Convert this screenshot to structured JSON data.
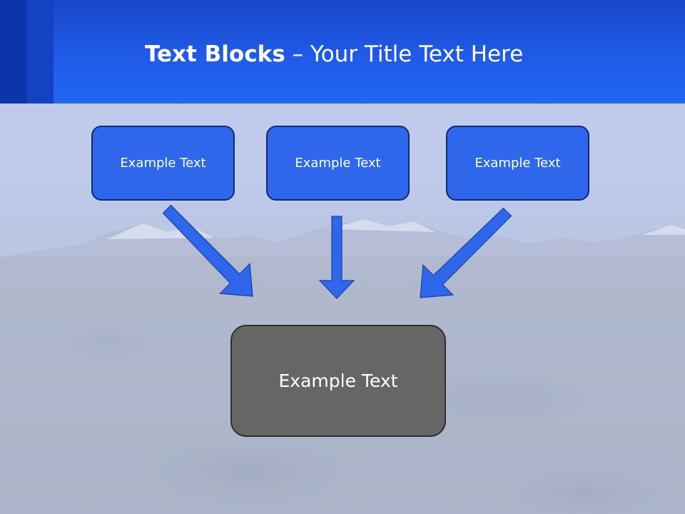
{
  "slide": {
    "title_bold": "Text Blocks",
    "title_dash": " – ",
    "title_rest": "Your Title Text Here"
  },
  "diagram": {
    "top_boxes": [
      {
        "label": "Example Text"
      },
      {
        "label": "Example Text"
      },
      {
        "label": "Example Text"
      }
    ],
    "center_box": {
      "label": "Example Text"
    }
  },
  "colors": {
    "header_blue": "#1f5be8",
    "box_blue": "#2e66ec",
    "box_border": "#142a6c",
    "center_box_grey": "#666666",
    "arrow_blue": "#2e66ec"
  }
}
